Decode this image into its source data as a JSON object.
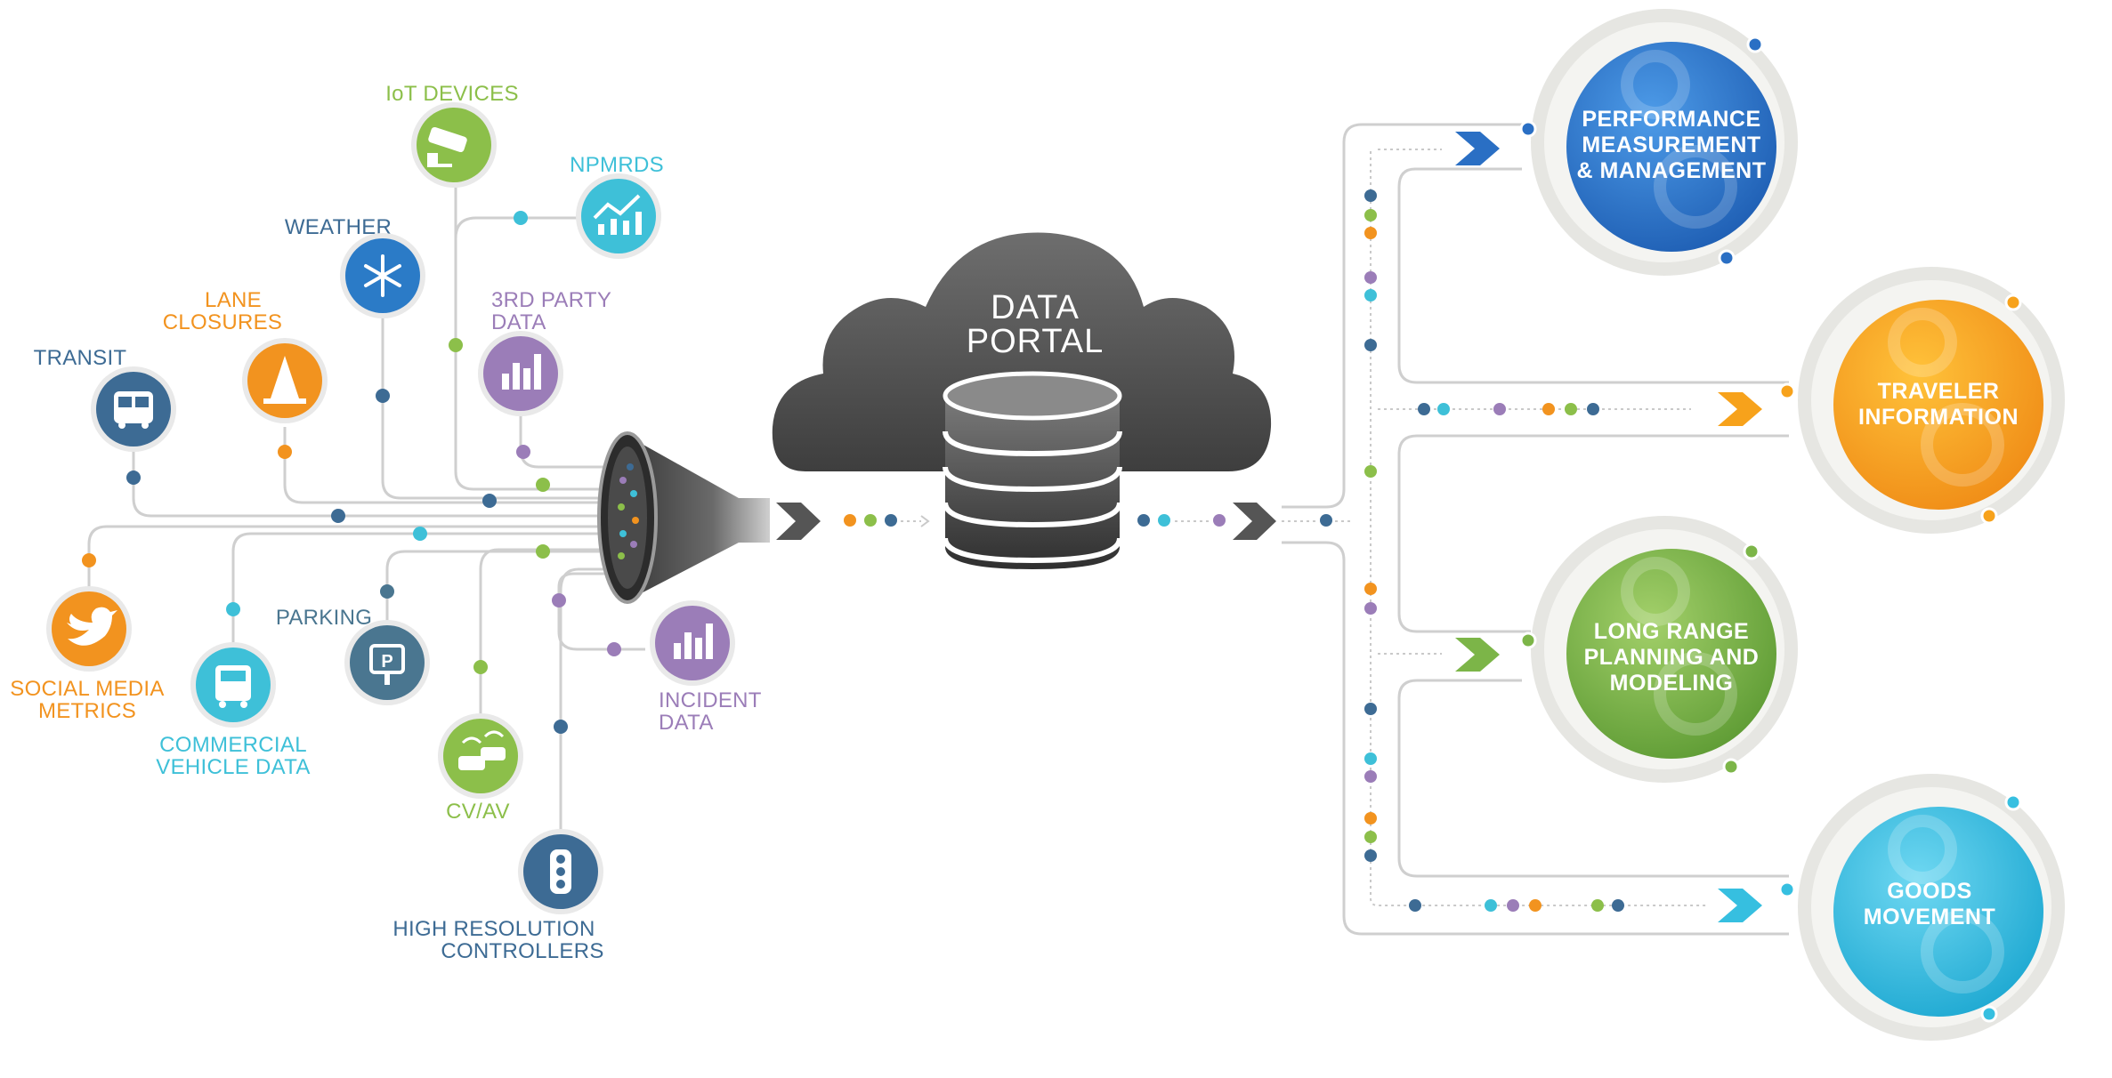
{
  "portal": {
    "line1": "DATA",
    "line2": "PORTAL"
  },
  "sources": {
    "iot": {
      "line1": "IoT DEVICES",
      "icon": "camera-icon",
      "color": "#8cbf4a"
    },
    "npmrds": {
      "line1": "NPMRDS",
      "icon": "trend-chart-icon",
      "color": "#3ec0d8"
    },
    "weather": {
      "line1": "WEATHER",
      "icon": "snowflake-icon",
      "color": "#2b7bc7"
    },
    "third_party": {
      "line1": "3RD PARTY",
      "line2": "DATA",
      "icon": "bar-chart-icon",
      "color": "#9b7db8"
    },
    "lane": {
      "line1": "LANE",
      "line2": "CLOSURES",
      "icon": "traffic-cone-icon",
      "color": "#f2931f"
    },
    "transit": {
      "line1": "TRANSIT",
      "icon": "bus-icon",
      "color": "#3d6b94"
    },
    "social": {
      "line1": "SOCIAL MEDIA",
      "line2": "METRICS",
      "icon": "bird-icon",
      "color": "#f2931f"
    },
    "commercial": {
      "line1": "COMMERCIAL",
      "line2": "VEHICLE DATA",
      "icon": "truck-icon",
      "color": "#3ec0d8"
    },
    "parking": {
      "line1": "PARKING",
      "icon": "parking-sign-icon",
      "color": "#4a7690"
    },
    "cvav": {
      "line1": "CV/AV",
      "icon": "connected-cars-icon",
      "color": "#8cbf4a"
    },
    "incident": {
      "line1": "INCIDENT",
      "line2": "DATA",
      "icon": "bar-chart-icon",
      "color": "#9b7db8"
    },
    "controllers": {
      "line1": "HIGH RESOLUTION",
      "line2": "CONTROLLERS",
      "icon": "traffic-light-icon",
      "color": "#3d6b94"
    }
  },
  "outputs": {
    "performance": {
      "line1": "PERFORMANCE",
      "line2": "MEASUREMENT",
      "line3": "& MANAGEMENT",
      "color": "#2a6fc4"
    },
    "traveler": {
      "line1": "TRAVELER",
      "line2": "INFORMATION",
      "color": "#f7a21b"
    },
    "planning": {
      "line1": "LONG RANGE",
      "line2": "PLANNING AND",
      "line3": "MODELING",
      "color": "#7cb548"
    },
    "goods": {
      "line1": "GOODS",
      "line2": "MOVEMENT",
      "color": "#36bfe0"
    }
  },
  "colors": {
    "connector": "#c9c9c9",
    "cloud": "#595959",
    "funnel": "#4d4d4d",
    "dot_blue": "#3d6b94",
    "dot_green": "#8cbf4a",
    "dot_orange": "#f2931f",
    "dot_cyan": "#3ec0d8",
    "dot_purple": "#9b7db8"
  }
}
